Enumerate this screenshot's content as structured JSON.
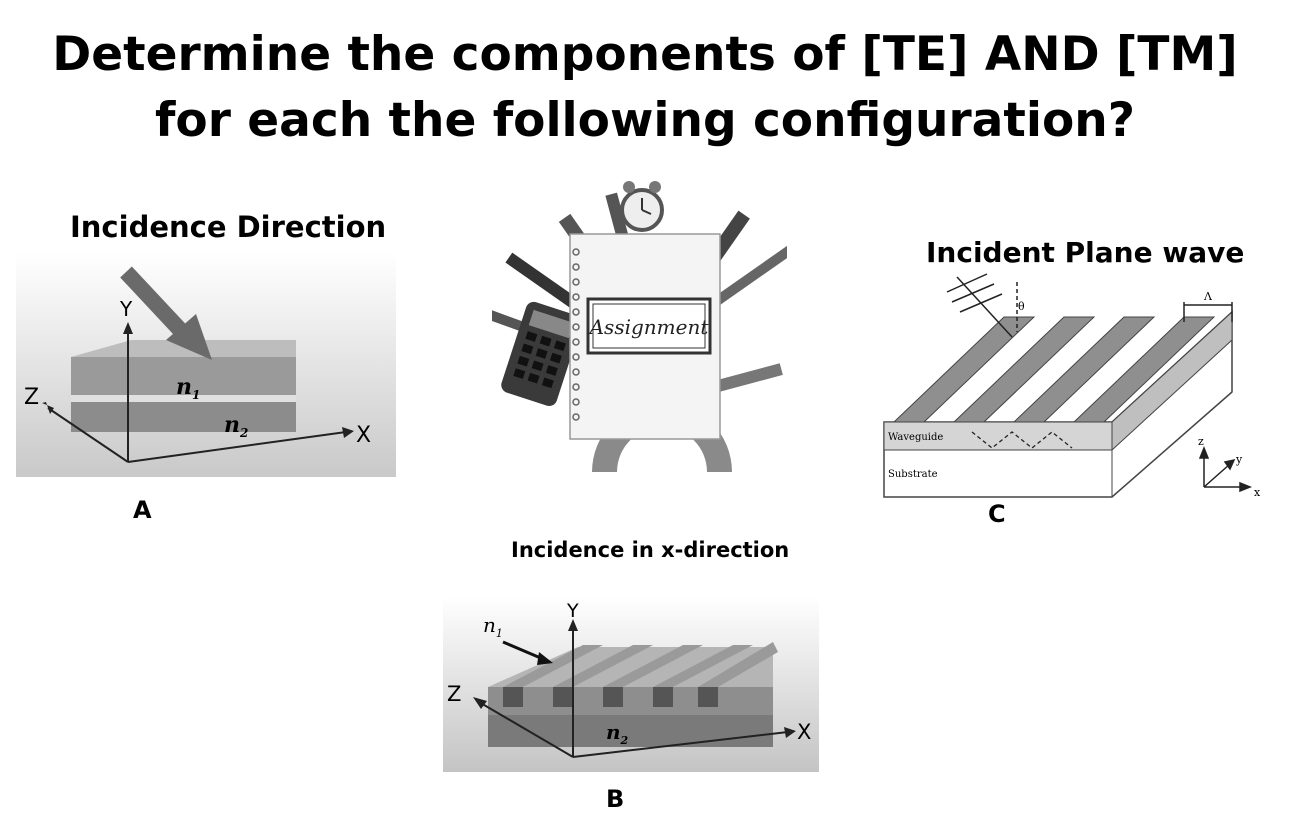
{
  "title_line1": "Determine the components of [TE] AND [TM]",
  "title_line2": "for each the following configuration?",
  "figA": {
    "heading": "Incidence Direction",
    "axis_y": "Y",
    "axis_z": "Z",
    "axis_x": "X",
    "layer1": "n",
    "layer1_sub": "1",
    "layer2": "n",
    "layer2_sub": "2",
    "caption": "A"
  },
  "center": {
    "note_label": "Assignment"
  },
  "figC": {
    "heading": "Incident Plane wave",
    "angle": "θ",
    "period": "Λ",
    "layer_wg": "Waveguide",
    "layer_sub": "Substrate",
    "axis_z": "z",
    "axis_y": "y",
    "axis_x": "x",
    "caption": "C"
  },
  "figB": {
    "heading": "Incidence in x-direction",
    "axis_y": "Y",
    "axis_z": "Z",
    "axis_x": "X",
    "layer1": "n",
    "layer1_sub": "1",
    "layer2": "n",
    "layer2_sub": "2",
    "caption": "B"
  }
}
